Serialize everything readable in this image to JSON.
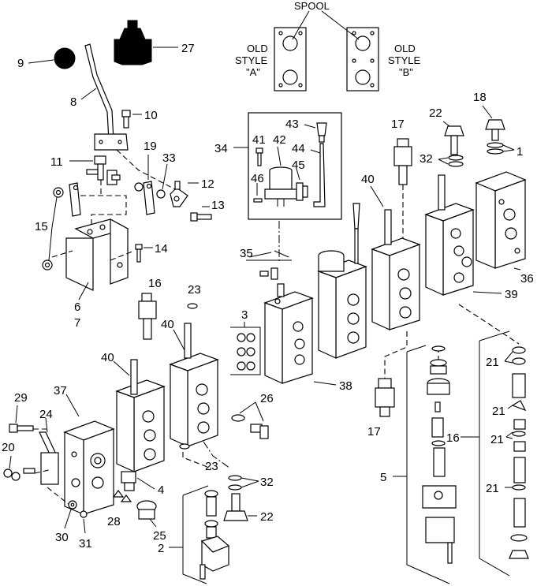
{
  "labels": {
    "spool": "SPOOL",
    "old_style_a_1": "OLD",
    "old_style_a_2": "STYLE",
    "old_style_a_3": "\"A\"",
    "old_style_b_1": "OLD",
    "old_style_b_2": "STYLE",
    "old_style_b_3": "\"B\""
  },
  "callouts": {
    "n1": "1",
    "n2": "2",
    "n3": "3",
    "n4": "4",
    "n5": "5",
    "n6": "6",
    "n7": "7",
    "n8": "8",
    "n9": "9",
    "n10": "10",
    "n11": "11",
    "n12": "12",
    "n13": "13",
    "n14": "14",
    "n15": "15",
    "n16a": "16",
    "n16b": "16",
    "n17a": "17",
    "n17b": "17",
    "n18": "18",
    "n19": "19",
    "n20": "20",
    "n21a": "21",
    "n21b": "21",
    "n21c": "21",
    "n21d": "21",
    "n22a": "22",
    "n22b": "22",
    "n23a": "23",
    "n23b": "23",
    "n24": "24",
    "n25": "25",
    "n26": "26",
    "n27": "27",
    "n28": "28",
    "n29": "29",
    "n30": "30",
    "n31": "31",
    "n32a": "32",
    "n32b": "32",
    "n33": "33",
    "n34": "34",
    "n35": "35",
    "n36": "36",
    "n37": "37",
    "n38": "38",
    "n39": "39",
    "n40a": "40",
    "n40b": "40",
    "n40c": "40",
    "n41": "41",
    "n42": "42",
    "n43": "43",
    "n44": "44",
    "n45": "45",
    "n46": "46"
  }
}
